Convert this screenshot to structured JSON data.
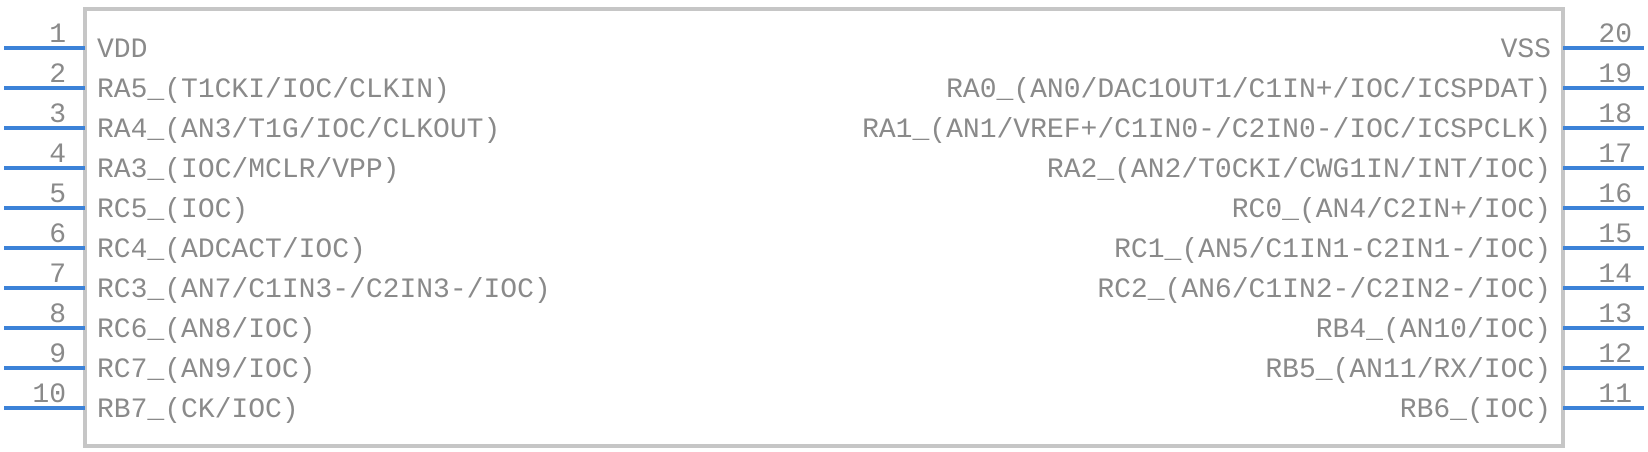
{
  "component": {
    "body_color": "#c6c6c6",
    "pin_color": "#3c82d8",
    "text_color": "#8a8a8a"
  },
  "left_pins": [
    {
      "number": "1",
      "label": "VDD"
    },
    {
      "number": "2",
      "label": "RA5_(T1CKI/IOC/CLKIN)"
    },
    {
      "number": "3",
      "label": "RA4_(AN3/T1G/IOC/CLKOUT)"
    },
    {
      "number": "4",
      "label": "RA3_(IOC/MCLR/VPP)"
    },
    {
      "number": "5",
      "label": "RC5_(IOC)"
    },
    {
      "number": "6",
      "label": "RC4_(ADCACT/IOC)"
    },
    {
      "number": "7",
      "label": "RC3_(AN7/C1IN3-/C2IN3-/IOC)"
    },
    {
      "number": "8",
      "label": "RC6_(AN8/IOC)"
    },
    {
      "number": "9",
      "label": "RC7_(AN9/IOC)"
    },
    {
      "number": "10",
      "label": "RB7_(CK/IOC)"
    }
  ],
  "right_pins": [
    {
      "number": "20",
      "label": "VSS"
    },
    {
      "number": "19",
      "label": "RA0_(AN0/DAC1OUT1/C1IN+/IOC/ICSPDAT)"
    },
    {
      "number": "18",
      "label": "RA1_(AN1/VREF+/C1IN0-/C2IN0-/IOC/ICSPCLK)"
    },
    {
      "number": "17",
      "label": "RA2_(AN2/T0CKI/CWG1IN/INT/IOC)"
    },
    {
      "number": "16",
      "label": "RC0_(AN4/C2IN+/IOC)"
    },
    {
      "number": "15",
      "label": "RC1_(AN5/C1IN1-C2IN1-/IOC)"
    },
    {
      "number": "14",
      "label": "RC2_(AN6/C1IN2-/C2IN2-/IOC)"
    },
    {
      "number": "13",
      "label": "RB4_(AN10/IOC)"
    },
    {
      "number": "12",
      "label": "RB5_(AN11/RX/IOC)"
    },
    {
      "number": "11",
      "label": "RB6_(IOC)"
    }
  ]
}
